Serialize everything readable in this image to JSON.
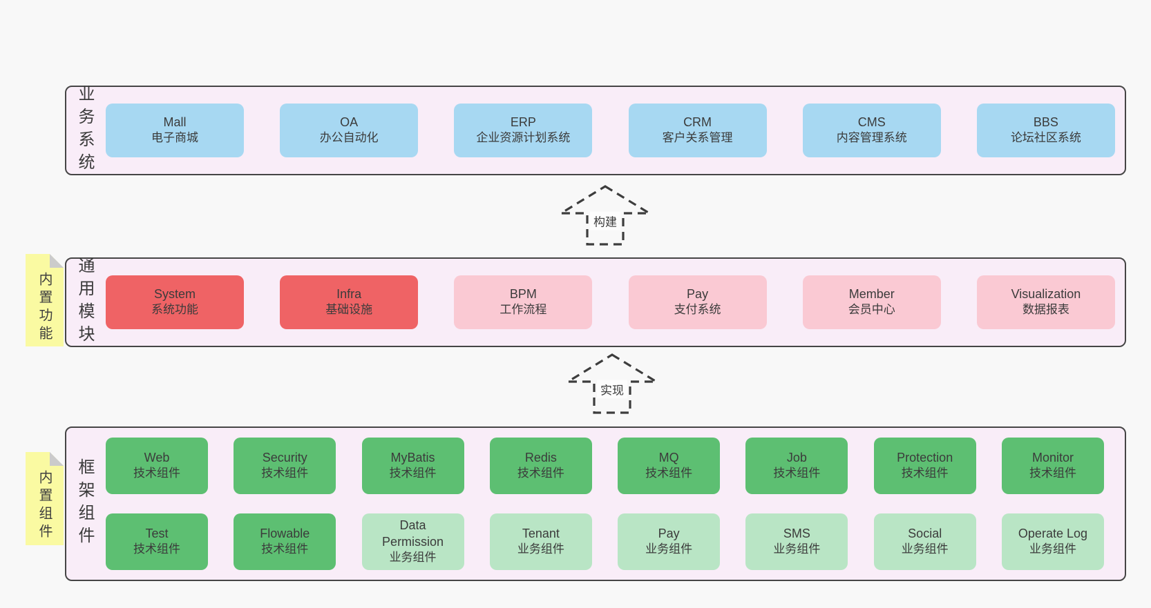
{
  "diagram": {
    "colors": {
      "blue": "#a7d8f2",
      "red": "#ef6365",
      "pink": "#fac9d3",
      "green": "#5dbf72",
      "greenLight": "#b9e5c5",
      "panelBg": "#f9edf8",
      "panelBorder": "#454545",
      "tagBg": "#fafaa2",
      "tagFold": "#cbcbcb",
      "pageBg": "#f8f8f8",
      "text": "#3b3b3b",
      "arrow": "#3d3d3d"
    },
    "arrows": [
      {
        "label": "构建"
      },
      {
        "label": "实现"
      }
    ],
    "sections": {
      "business": {
        "label": "业务系统",
        "boxes": [
          {
            "title": "Mall",
            "subtitle": "电子商城",
            "variant": "blue"
          },
          {
            "title": "OA",
            "subtitle": "办公自动化",
            "variant": "blue"
          },
          {
            "title": "ERP",
            "subtitle": "企业资源计划系统",
            "variant": "blue"
          },
          {
            "title": "CRM",
            "subtitle": "客户关系管理",
            "variant": "blue"
          },
          {
            "title": "CMS",
            "subtitle": "内容管理系统",
            "variant": "blue"
          },
          {
            "title": "BBS",
            "subtitle": "论坛社区系统",
            "variant": "blue"
          }
        ]
      },
      "modules": {
        "label": "通用模块",
        "tag": "内置功能",
        "boxes": [
          {
            "title": "System",
            "subtitle": "系统功能",
            "variant": "red"
          },
          {
            "title": "Infra",
            "subtitle": "基础设施",
            "variant": "red"
          },
          {
            "title": "BPM",
            "subtitle": "工作流程",
            "variant": "pink"
          },
          {
            "title": "Pay",
            "subtitle": "支付系统",
            "variant": "pink"
          },
          {
            "title": "Member",
            "subtitle": "会员中心",
            "variant": "pink"
          },
          {
            "title": "Visualization",
            "subtitle": "数据报表",
            "variant": "pink"
          }
        ]
      },
      "components": {
        "label": "框架组件",
        "tag": "内置组件",
        "row1": [
          {
            "title": "Web",
            "subtitle": "技术组件",
            "variant": "green"
          },
          {
            "title": "Security",
            "subtitle": "技术组件",
            "variant": "green"
          },
          {
            "title": "MyBatis",
            "subtitle": "技术组件",
            "variant": "green"
          },
          {
            "title": "Redis",
            "subtitle": "技术组件",
            "variant": "green"
          },
          {
            "title": "MQ",
            "subtitle": "技术组件",
            "variant": "green"
          },
          {
            "title": "Job",
            "subtitle": "技术组件",
            "variant": "green"
          },
          {
            "title": "Protection",
            "subtitle": "技术组件",
            "variant": "green"
          },
          {
            "title": "Monitor",
            "subtitle": "技术组件",
            "variant": "green"
          }
        ],
        "row2": [
          {
            "title": "Test",
            "subtitle": "技术组件",
            "variant": "green"
          },
          {
            "title": "Flowable",
            "subtitle": "技术组件",
            "variant": "green"
          },
          {
            "title": "Data\nPermission",
            "subtitle": "业务组件",
            "variant": "greenLight"
          },
          {
            "title": "Tenant",
            "subtitle": "业务组件",
            "variant": "greenLight"
          },
          {
            "title": "Pay",
            "subtitle": "业务组件",
            "variant": "greenLight"
          },
          {
            "title": "SMS",
            "subtitle": "业务组件",
            "variant": "greenLight"
          },
          {
            "title": "Social",
            "subtitle": "业务组件",
            "variant": "greenLight"
          },
          {
            "title": "Operate Log",
            "subtitle": "业务组件",
            "variant": "greenLight"
          }
        ]
      }
    }
  }
}
